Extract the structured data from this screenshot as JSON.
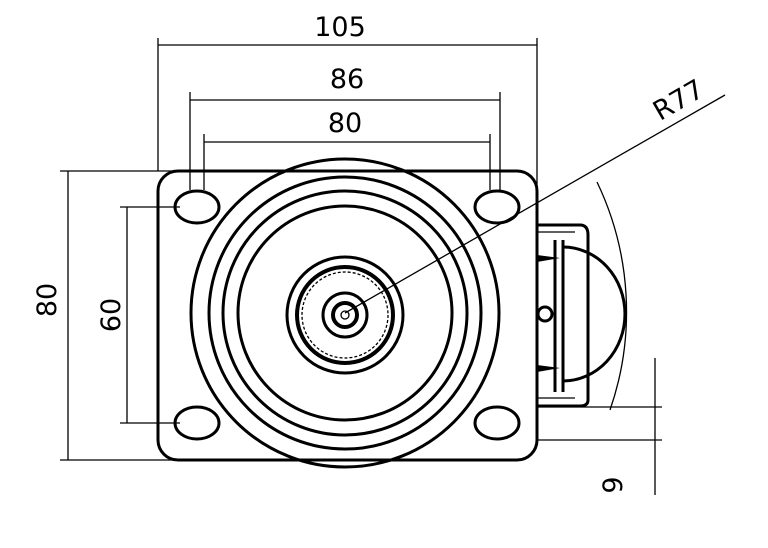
{
  "drawing": {
    "title": "Caster top plate view",
    "dimensions": {
      "plate_width": "105",
      "hole_outer_spacing": "86",
      "hole_inner_spacing": "80",
      "plate_height": "80",
      "hole_vertical_spacing": "60",
      "swivel_radius": "R77",
      "offset": "9"
    }
  }
}
